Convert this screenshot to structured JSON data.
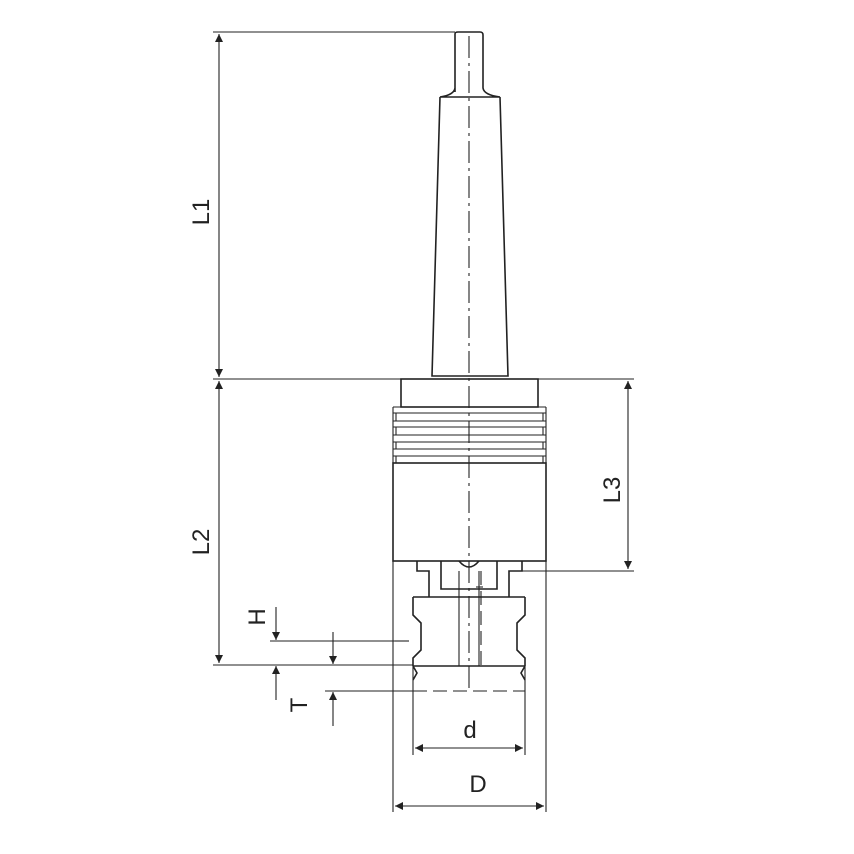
{
  "drawing": {
    "title": "Tapping chuck with Morse taper shank and quick-change adapter",
    "dimensions": {
      "L1": "L1",
      "L2": "L2",
      "L3": "L3",
      "H": "H",
      "T": "T",
      "d": "d",
      "D": "D"
    },
    "line_color": "#222222"
  }
}
